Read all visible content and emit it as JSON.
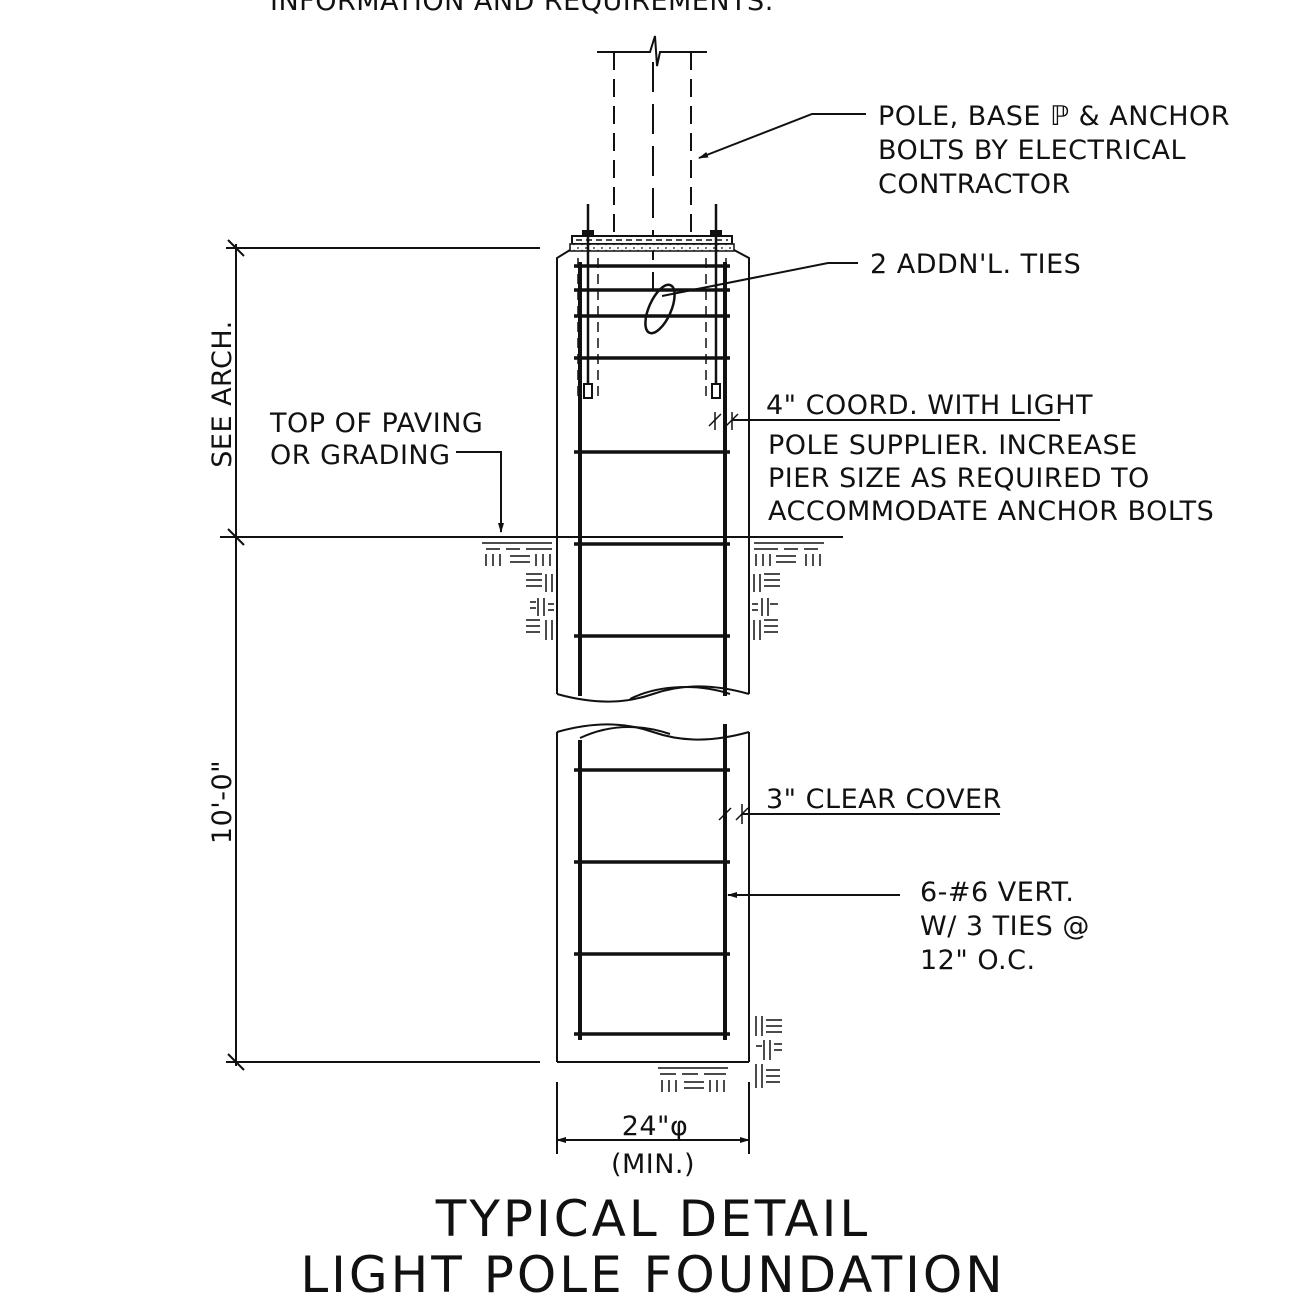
{
  "notes": {
    "top_cut": "INFORMATION AND REQUIREMENTS.",
    "pole_line1": "POLE, BASE ℙ & ANCHOR",
    "pole_line2": "BOLTS BY ELECTRICAL",
    "pole_line3": "CONTRACTOR",
    "ties": "2 ADDN'L. TIES",
    "coord_line1": "4\" COORD. WITH LIGHT",
    "coord_line2": "POLE SUPPLIER.  INCREASE",
    "coord_line3": "PIER SIZE AS REQUIRED TO",
    "coord_line4": "ACCOMMODATE ANCHOR BOLTS",
    "paving_line1": "TOP OF PAVING",
    "paving_line2": "OR GRADING",
    "clear_cover": "3\" CLEAR COVER",
    "vert_line1": "6-#6 VERT.",
    "vert_line2": "W/ 3 TIES @",
    "vert_line3": "12\" O.C."
  },
  "dimensions": {
    "see_arch": "SEE ARCH.",
    "depth": "10'-0\"",
    "diameter": "24\"φ",
    "diameter_min": "(MIN.)"
  },
  "title": {
    "line1": "TYPICAL DETAIL",
    "line2": "LIGHT POLE FOUNDATION"
  },
  "colors": {
    "ink": "#111111",
    "paper": "#ffffff"
  }
}
